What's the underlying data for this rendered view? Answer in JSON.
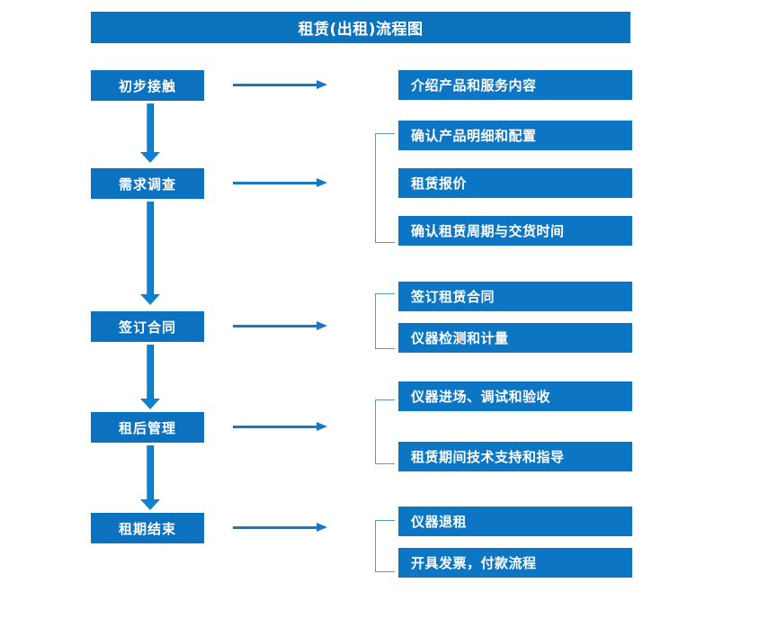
{
  "document": {
    "title": "租赁(出租)流程图",
    "type": "flowchart"
  },
  "colors": {
    "title_bar": "#0b72bd",
    "stage_box": "#0c72bf",
    "detail_box": "#0c76c4",
    "arrow": "#1878c3",
    "block_arrow": "#1181cd",
    "bracket": "#5b9ad0",
    "text": "#ffffff",
    "background": "#ffffff"
  },
  "stages": [
    {
      "label": "初步接触",
      "arrow_icon": "right-arrow-icon",
      "details": [
        "介绍产品和服务内容"
      ],
      "has_bracket": false
    },
    {
      "label": "需求调查",
      "arrow_icon": "right-arrow-icon",
      "details": [
        "确认产品明细和配置",
        "租赁报价",
        "确认租赁周期与交货时间"
      ],
      "has_bracket": true
    },
    {
      "label": "签订合同",
      "arrow_icon": "right-arrow-icon",
      "details": [
        "签订租赁合同",
        "仪器检测和计量"
      ],
      "has_bracket": true
    },
    {
      "label": "租后管理",
      "arrow_icon": "right-arrow-icon",
      "details": [
        "仪器进场、调试和验收",
        "租赁期间技术支持和指导"
      ],
      "has_bracket": true
    },
    {
      "label": "租期结束",
      "arrow_icon": "right-arrow-icon",
      "details": [
        "仪器退租",
        "开具发票，付款流程"
      ],
      "has_bracket": true
    }
  ],
  "connectors": {
    "vertical_icon": "down-block-arrow-icon",
    "horizontal_icon": "right-arrow-icon",
    "bracket_icon": "left-bracket-icon"
  }
}
